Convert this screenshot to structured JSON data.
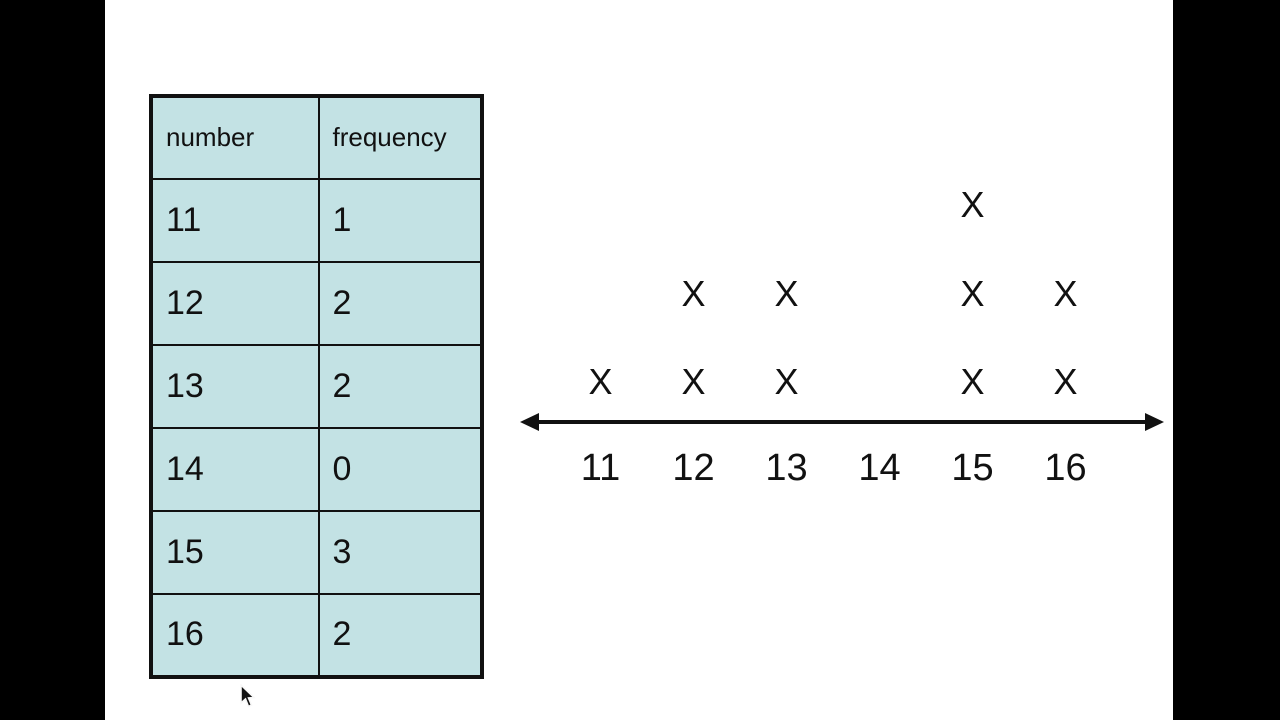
{
  "table": {
    "headers": [
      "number",
      "frequency"
    ],
    "rows": [
      [
        "11",
        "1"
      ],
      [
        "12",
        "2"
      ],
      [
        "13",
        "2"
      ],
      [
        "14",
        "0"
      ],
      [
        "15",
        "3"
      ],
      [
        "16",
        "2"
      ]
    ]
  },
  "chart_data": {
    "type": "scatter",
    "subtype": "line_plot_with_x_marks",
    "title": "",
    "xlabel": "",
    "ylabel": "",
    "categories": [
      "11",
      "12",
      "13",
      "14",
      "15",
      "16"
    ],
    "values": [
      1,
      2,
      2,
      0,
      3,
      2
    ],
    "mark_symbol": "X",
    "plot_rows": [
      [
        "",
        "",
        "",
        "",
        "X",
        ""
      ],
      [
        "",
        "X",
        "X",
        "",
        "X",
        "X"
      ],
      [
        "X",
        "X",
        "X",
        "",
        "X",
        "X"
      ]
    ],
    "axis": {
      "style": "double-arrow horizontal number line",
      "grid": false,
      "legend": "none"
    }
  },
  "colors": {
    "letterbox": "#000000",
    "background": "#ffffff",
    "table_fill": "#c3e2e4",
    "ink": "#111111"
  }
}
